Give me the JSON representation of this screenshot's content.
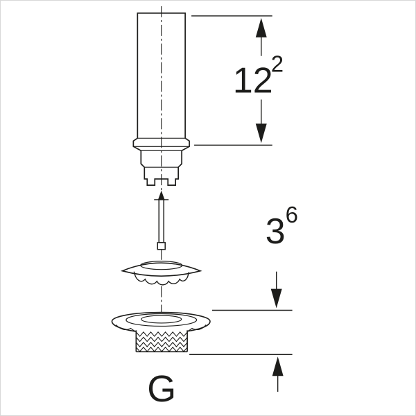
{
  "diagram": {
    "dim_height": {
      "main": "12",
      "sup": "2"
    },
    "dim_gap": {
      "main": "3",
      "sup": "6"
    },
    "thread_label": "G",
    "colors": {
      "line": "#1d1d1b",
      "background": "#ffffff"
    }
  }
}
